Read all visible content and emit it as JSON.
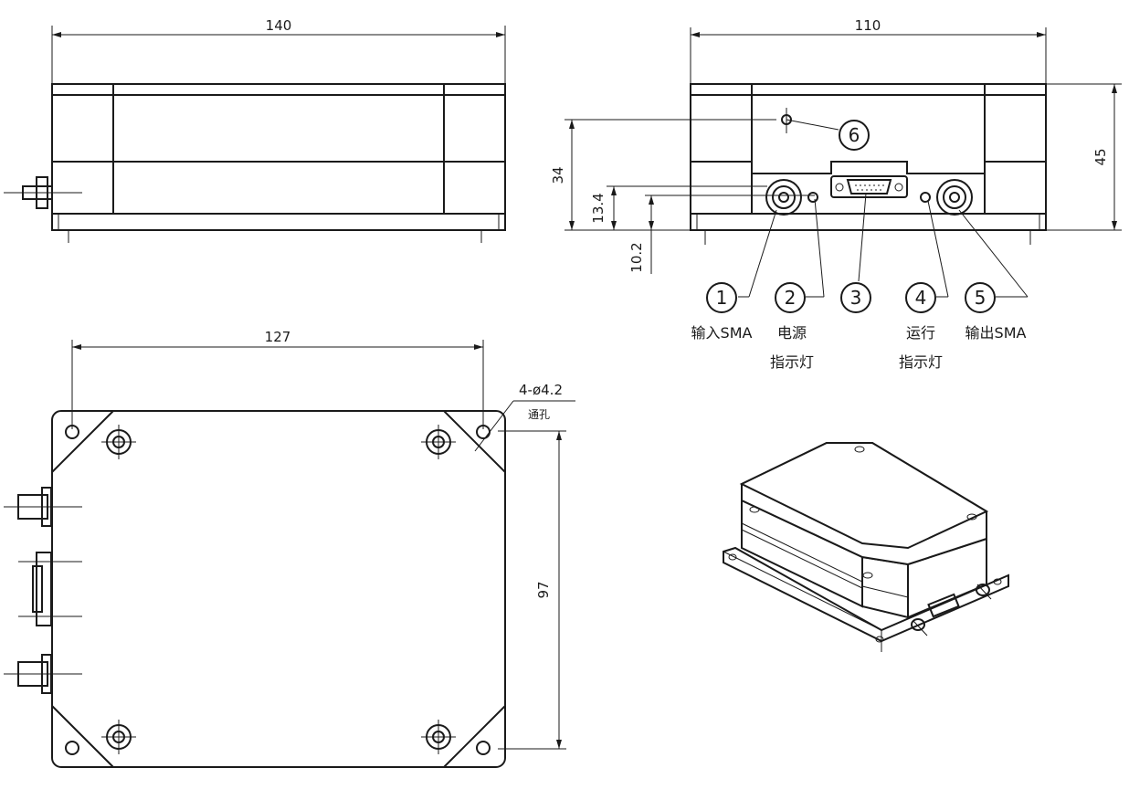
{
  "dimensions": {
    "side_length": "140",
    "front_width": "110",
    "front_height": "45",
    "front_dim_34": "34",
    "front_dim_13_4": "13.4",
    "front_dim_10_2": "10.2",
    "top_hole_spacing": "127",
    "top_height": "97",
    "hole_spec": "4-ø4.2",
    "hole_note": "通孔"
  },
  "callouts": [
    {
      "number": "1",
      "label_line1": "输入SMA",
      "label_line2": ""
    },
    {
      "number": "2",
      "label_line1": "电源",
      "label_line2": "指示灯"
    },
    {
      "number": "3",
      "label_line1": "",
      "label_line2": ""
    },
    {
      "number": "4",
      "label_line1": "运行",
      "label_line2": "指示灯"
    },
    {
      "number": "5",
      "label_line1": "输出SMA",
      "label_line2": ""
    },
    {
      "number": "6",
      "label_line1": "",
      "label_line2": ""
    }
  ]
}
